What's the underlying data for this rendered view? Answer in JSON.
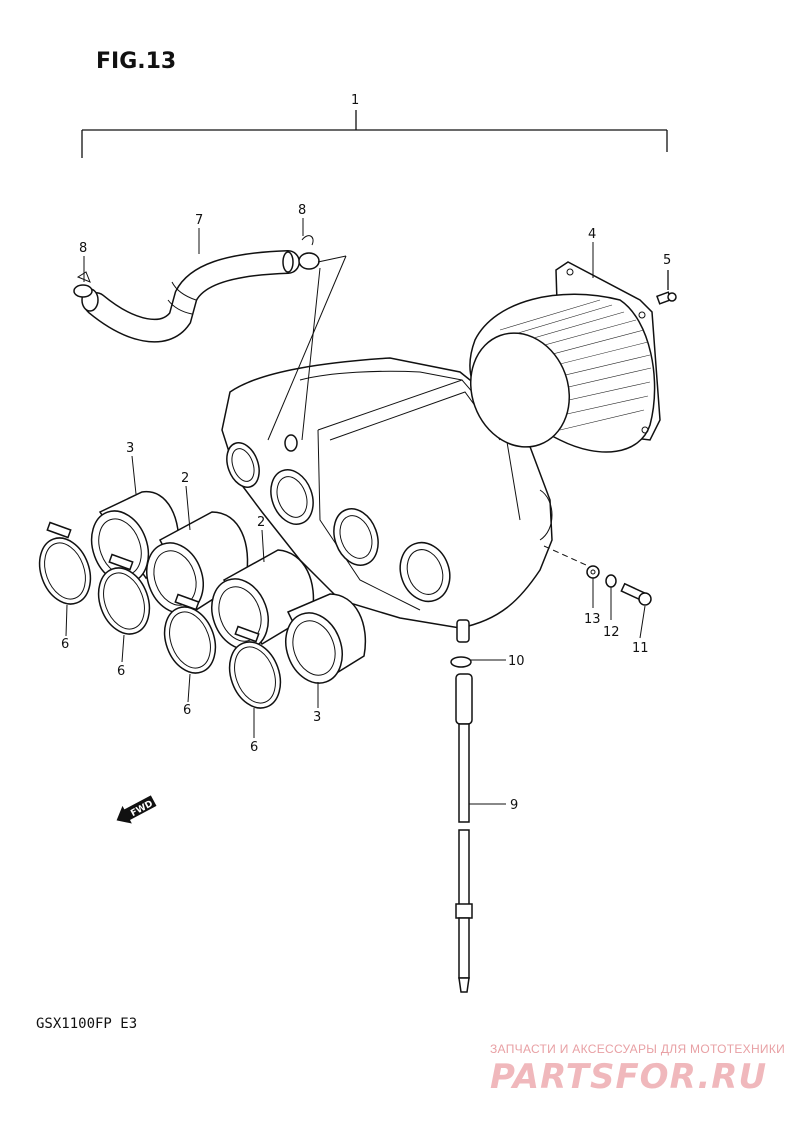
{
  "figure_title": "FIG.13",
  "model_code": "GSX1100FP  E3",
  "fwd_label": "FWD",
  "callouts": {
    "c1": "1",
    "c2a": "2",
    "c2b": "2",
    "c3a": "3",
    "c3b": "3",
    "c4": "4",
    "c5": "5",
    "c6a": "6",
    "c6b": "6",
    "c6c": "6",
    "c6d": "6",
    "c7": "7",
    "c8a": "8",
    "c8b": "8",
    "c9": "9",
    "c10": "10",
    "c11": "11",
    "c12": "12",
    "c13": "13"
  },
  "watermark": {
    "tagline": "ЗАПЧАСТИ И АКСЕССУАРЫ ДЛЯ МОТОТЕХНИКИ",
    "logo_text": "PARTSFOR.RU"
  }
}
